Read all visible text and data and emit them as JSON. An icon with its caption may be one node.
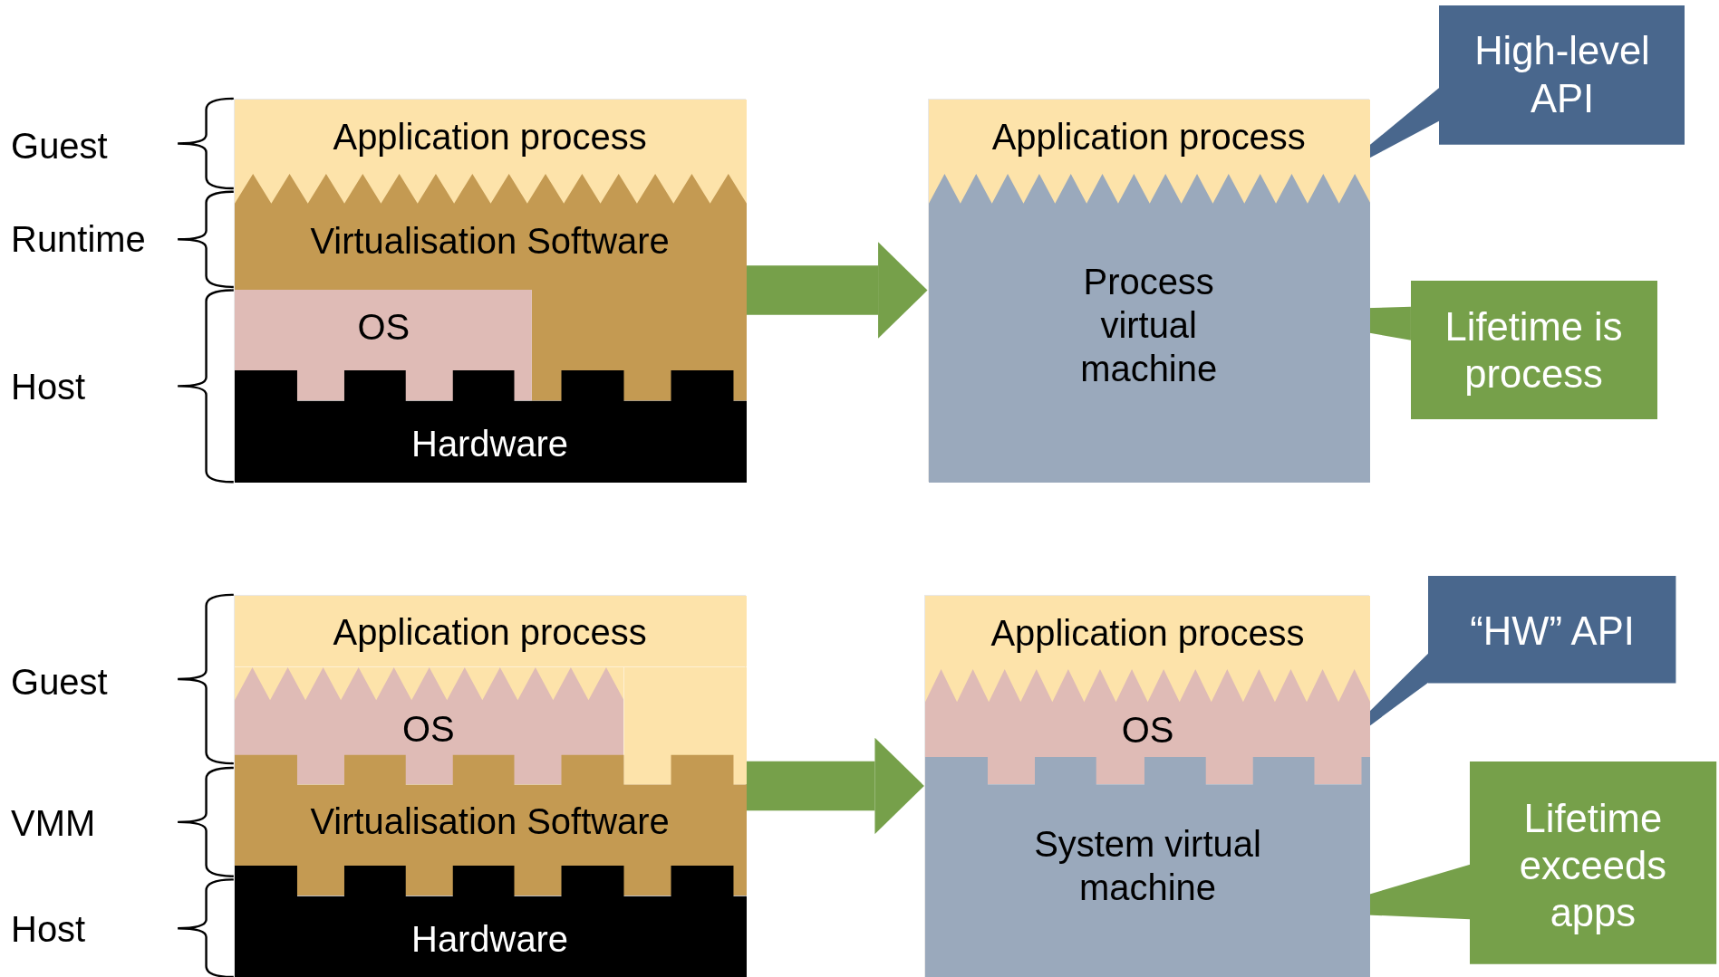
{
  "diagram": {
    "nodes": [
      {
        "text": [],
        "shape": "box"
      },
      {
        "text": [
          "Application process"
        ],
        "in": 0
      },
      {
        "text": [
          "Virtualisation Software"
        ],
        "in": 0
      },
      {
        "text": [
          "OS"
        ],
        "in": 0
      },
      {
        "text": [
          "Hardware"
        ],
        "in": 0
      },
      {
        "text": [],
        "shape": "box"
      },
      {
        "text": [
          "Application process"
        ],
        "in": 5
      },
      {
        "text": [
          "Process virtual machine"
        ],
        "in": 5
      },
      {
        "text": [
          "High-level API"
        ]
      },
      {
        "text": [
          "Lifetime is process"
        ]
      },
      {
        "text": [],
        "shape": "box"
      },
      {
        "text": [
          "Application process"
        ],
        "in": 10
      },
      {
        "text": [
          "OS"
        ],
        "in": 10
      },
      {
        "text": [
          "Virtualisation Software"
        ],
        "in": 10
      },
      {
        "text": [
          "Hardware"
        ],
        "in": 10
      },
      {
        "text": [],
        "shape": "box"
      },
      {
        "text": [
          "Application process"
        ],
        "in": 15
      },
      {
        "text": [
          "OS"
        ],
        "in": 15
      },
      {
        "text": [
          "System virtual machine"
        ],
        "in": 15
      },
      {
        "text": [
          "“HW” API"
        ]
      },
      {
        "text": [
          "Lifetime exceeds apps"
        ]
      }
    ],
    "edges": [
      {
        "from": 0,
        "to": 5,
        "arrow": "to"
      },
      {
        "from": 8,
        "to": null,
        "arrow": "to"
      },
      {
        "from": 9,
        "to": 7,
        "arrow": "to"
      },
      {
        "from": 10,
        "to": 15,
        "arrow": "to"
      },
      {
        "from": 19,
        "to": null,
        "arrow": "to"
      },
      {
        "from": 20,
        "to": 18,
        "arrow": "to"
      }
    ],
    "labels": [
      "Guest",
      "Runtime",
      "Host",
      "Guest",
      "VMM",
      "Host"
    ]
  }
}
